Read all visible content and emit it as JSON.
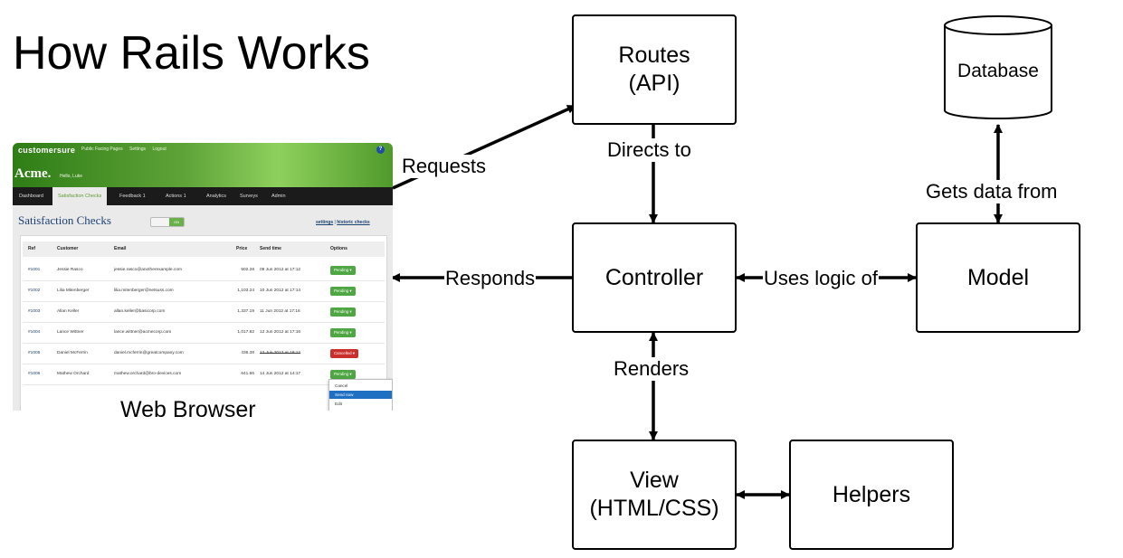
{
  "title": "How Rails Works",
  "nodes": {
    "routes": "Routes\n(API)",
    "controller": "Controller",
    "model": "Model",
    "database": "Database",
    "view": "View\n(HTML/CSS)",
    "helpers": "Helpers"
  },
  "edge_labels": {
    "requests": "Requests",
    "responds": "Responds",
    "directs_to": "Directs to",
    "uses_logic_of": "Uses logic of",
    "gets_data_from": "Gets data from",
    "renders": "Renders"
  },
  "browser_caption": "Web Browser",
  "screenshot": {
    "logo": "customersure",
    "top_links": [
      "Public Facing Pages",
      "Settings",
      "Logout"
    ],
    "help": "?",
    "brand": "Acme.",
    "hello": "Hello, Luke",
    "nav": [
      "Dashboard",
      "Satisfaction Checks",
      "Feedback 1",
      "Actions 1",
      "Analytics",
      "Surveys",
      "Admin"
    ],
    "heading": "Satisfaction Checks",
    "toggle_on": "ON",
    "links": [
      "settings",
      "historic checks"
    ],
    "columns": [
      "Ref",
      "Customer",
      "Email",
      "Price",
      "Send time",
      "Options"
    ],
    "rows": [
      [
        "#1001",
        "Jessie Rasco",
        "jessie.rasco@anotherexample.com",
        "502.28",
        "09 Jun 2012 at 17:12",
        "Pending"
      ],
      [
        "#1002",
        "Lilia Mitenberger",
        "lilia.mitenberger@netsuss.com",
        "1,103.24",
        "10 Jun 2012 at 17:14",
        "Pending"
      ],
      [
        "#1003",
        "Allan Keller",
        "allan.keller@basicorp.com",
        "1,337.19",
        "11 Jun 2012 at 17:16",
        "Pending"
      ],
      [
        "#1004",
        "Lance Wittner",
        "lance.wittner@acmecorp.com",
        "1,017.82",
        "12 Jun 2012 at 17:16",
        "Pending"
      ],
      [
        "#1005",
        "Daniel McFerrin",
        "daniel.mcferrin@greatcompany.com",
        "436.38",
        "12 Jun 2012 at 18:12",
        "Cancelled"
      ],
      [
        "#1006",
        "Mathew Orchard",
        "mathew.orchard@bro-devices.com",
        "641.66",
        "14 Jun 2012 at 14:17",
        "Pending"
      ]
    ],
    "dropdown": [
      "Cancel",
      "Send now",
      "Edit"
    ]
  },
  "colors": {
    "pending": "#4ea743",
    "cancelled": "#c9302c",
    "brand_green": "#5ea338",
    "nav": "#1b1b1b"
  }
}
